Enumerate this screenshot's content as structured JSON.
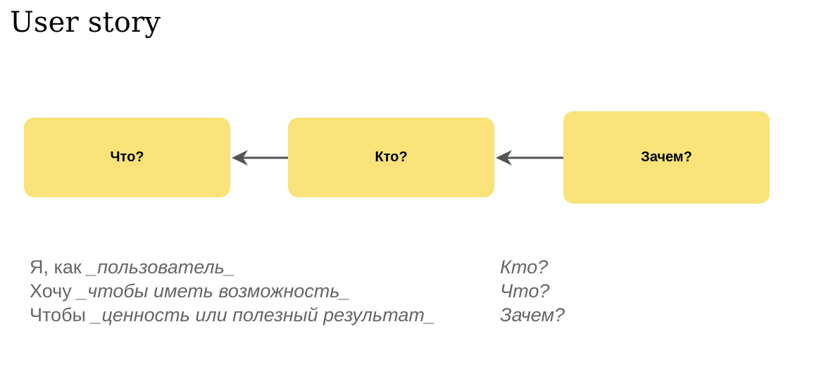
{
  "title": "User story",
  "colors": {
    "box_fill": "#F9E37A",
    "arrow": "#555555",
    "template_text": "#666666"
  },
  "diagram": {
    "boxes": [
      {
        "id": "what",
        "label": "Что?"
      },
      {
        "id": "who",
        "label": "Кто?"
      },
      {
        "id": "why",
        "label": "Зачем?"
      }
    ],
    "edges": [
      {
        "from": "who",
        "to": "what"
      },
      {
        "from": "why",
        "to": "who"
      }
    ]
  },
  "template": {
    "rows": [
      {
        "lead": "Я, как ",
        "slot": "_пользователь_",
        "question": "Кто?"
      },
      {
        "lead": "Хочу ",
        "slot": "_чтобы иметь возможность_",
        "question": "Что?"
      },
      {
        "lead": "Чтобы ",
        "slot": "_ценность или полезный результат_",
        "question": "Зачем?"
      }
    ]
  }
}
